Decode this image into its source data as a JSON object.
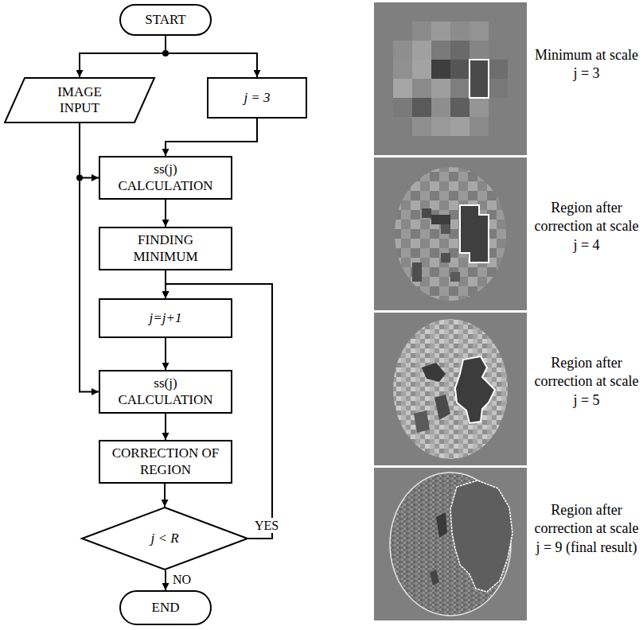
{
  "diagram": {
    "nodes": [
      {
        "text": [
          "START"
        ]
      },
      {
        "text": [
          "IMAGE INPUT"
        ]
      },
      {
        "text": [
          "j = 3"
        ]
      },
      {
        "text": [
          "ss(j) CALCULATION"
        ]
      },
      {
        "text": [
          "FINDING MINIMUM"
        ]
      },
      {
        "text": [
          "j=j+1"
        ]
      },
      {
        "text": [
          "ss(j) CALCULATION"
        ]
      },
      {
        "text": [
          "CORRECTION OF REGION"
        ]
      },
      {
        "text": [
          "j < R"
        ]
      },
      {
        "text": [
          "END"
        ]
      }
    ],
    "edges": [
      {
        "from": 0,
        "to": 1,
        "arrow": "to"
      },
      {
        "from": 0,
        "to": 2,
        "arrow": "to"
      },
      {
        "from": 1,
        "to": 3,
        "arrow": "to"
      },
      {
        "from": 2,
        "to": 3,
        "arrow": "to"
      },
      {
        "from": 3,
        "to": 4,
        "arrow": "to"
      },
      {
        "from": 4,
        "to": 5,
        "arrow": "to"
      },
      {
        "from": 5,
        "to": 6,
        "arrow": "to"
      },
      {
        "from": 1,
        "to": 6,
        "arrow": "to"
      },
      {
        "from": 6,
        "to": 7,
        "arrow": "to"
      },
      {
        "from": 7,
        "to": 8,
        "arrow": "to"
      },
      {
        "from": 8,
        "to": 5,
        "label": "YES",
        "arrow": "to"
      },
      {
        "from": 8,
        "to": 9,
        "label": "NO",
        "arrow": "to"
      }
    ],
    "labels": [
      "Minimum at scale j = 3",
      "Region after correction at scale j = 4",
      "Region after correction at scale j = 5",
      "Region after correction at scale j = 9 (final result)"
    ]
  }
}
